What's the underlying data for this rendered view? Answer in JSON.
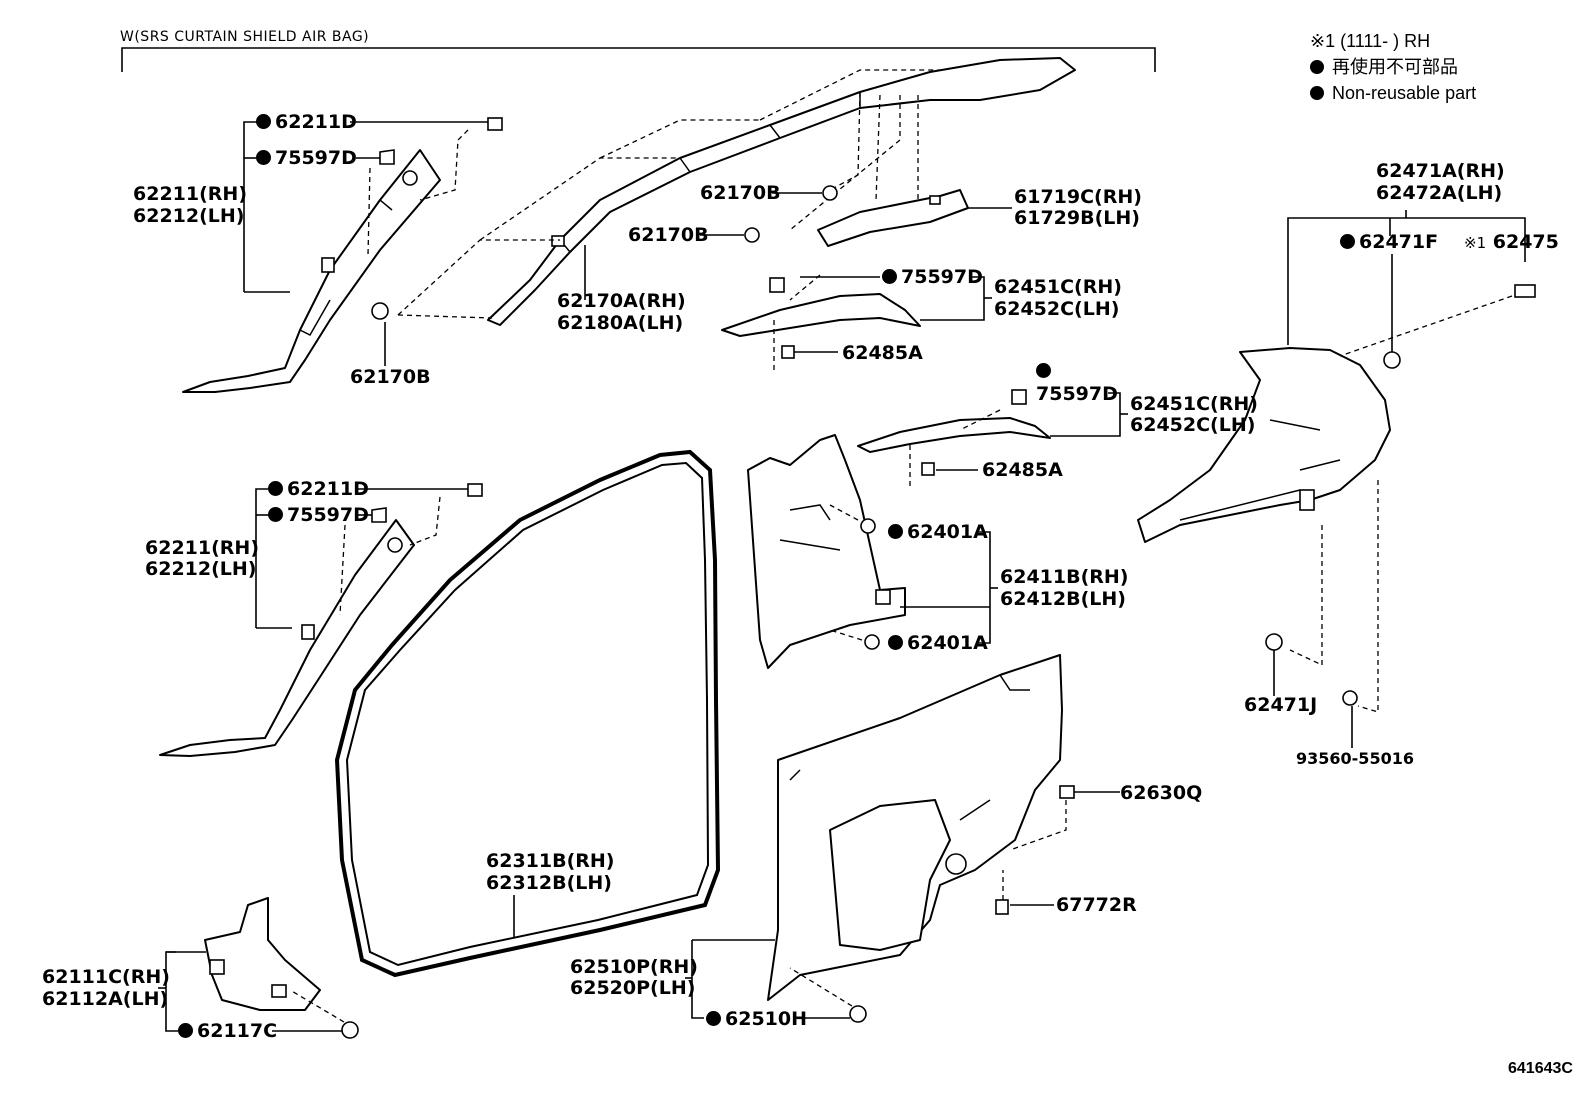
{
  "header": {
    "srs_label": "W(SRS CURTAIN SHIELD AIR BAG)"
  },
  "legend": {
    "note1": "※1 (1111-    ) RH",
    "non_reusable_jp": "再使用不可部品",
    "non_reusable_en": "Non-reusable part"
  },
  "parts": {
    "a_pillar_upper": {
      "clip": "62211D",
      "grommet": "75597D",
      "rh": "62211(RH)",
      "lh": "62212(LH)"
    },
    "a_pillar_lower": {
      "clip": "62211D",
      "grommet": "75597D",
      "rh": "62211(RH)",
      "lh": "62212(LH)"
    },
    "roof_clip_a": "62170B",
    "roof_clip_b": "62170B",
    "roof_clip_c": "62170B",
    "roof_rail": {
      "rh": "62170A(RH)",
      "lh": "62180A(LH)"
    },
    "assist_bracket": {
      "rh": "61719C(RH)",
      "lh": "61729B(LH)"
    },
    "center_upper_1": {
      "grommet": "75597D",
      "rh": "62451C(RH)",
      "lh": "62452C(LH)",
      "clip": "62485A"
    },
    "center_upper_2": {
      "grommet": "75597D",
      "rh": "62451C(RH)",
      "lh": "62452C(LH)",
      "clip": "62485A"
    },
    "center_lower": {
      "clip_top": "62401A",
      "clip_bottom": "62401A",
      "rh": "62411B(RH)",
      "lh": "62412B(LH)"
    },
    "quarter_trim": {
      "rh": "62471A(RH)",
      "lh": "62472A(LH)",
      "clip": "62471F",
      "note_part": "62475",
      "note_mark": "※1",
      "lower_clip": "62471J",
      "screw": "93560-55016"
    },
    "weatherstrip": {
      "rh": "62311B(RH)",
      "lh": "62312B(LH)"
    },
    "rear_trim": {
      "clip": "62630Q",
      "clip2": "67772R",
      "rh": "62510P(RH)",
      "lh": "62520P(LH)",
      "bottom_clip": "62510H"
    },
    "cowl_trim": {
      "rh": "62111C(RH)",
      "lh": "62112A(LH)",
      "clip": "62117C"
    }
  },
  "figure_code": "641643C"
}
